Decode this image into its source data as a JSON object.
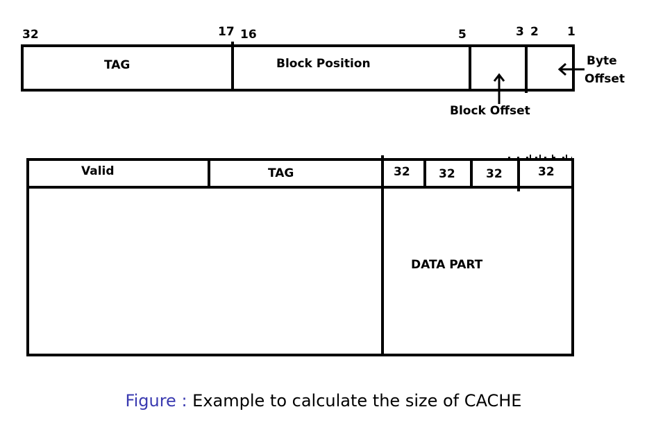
{
  "address": {
    "bit_numbers": [
      "32",
      "17",
      "16",
      "5",
      "3",
      "2",
      "1"
    ],
    "fields": {
      "tag": "TAG",
      "block_position": "Block Position"
    },
    "annotations": {
      "block_offset": "Block Offset",
      "byte_offset_line1": "Byte",
      "byte_offset_line2": "Offset"
    }
  },
  "cache_line": {
    "headers": {
      "valid": "Valid",
      "tag": "TAG",
      "words": [
        "32",
        "32",
        "32",
        "32"
      ]
    },
    "data_part": "DATA PART"
  },
  "caption": {
    "prefix": "Figure",
    "separator": ":",
    "text": "Example to calculate the size of CACHE"
  }
}
